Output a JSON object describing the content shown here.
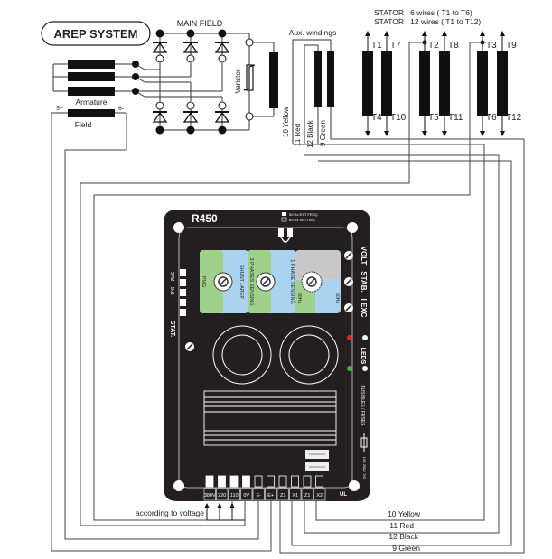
{
  "title": "AREP SYSTEM",
  "labels": {
    "main_field": "MAIN FIELD",
    "varistor": "Varistor",
    "armature": "Armature",
    "field": "Field",
    "field_plus": "5+",
    "field_minus": "6-",
    "aux_windings": "Aux. windings",
    "stator_6": "STATOR : 6 wires ( T1 to T6)",
    "stator_12": "STATOR : 12 wires ( T1 to T12)",
    "according_to_voltage": "according to voltage"
  },
  "stator_terminals": {
    "top": [
      "T1",
      "T7",
      "T2",
      "T8",
      "T3",
      "T9"
    ],
    "bottom": [
      "T4",
      "T10",
      "T5",
      "T11",
      "T6",
      "T12"
    ]
  },
  "aux_wires_vertical": [
    "10  Yellow",
    "11  Red",
    "12  Black",
    "9  Green"
  ],
  "aux_wires_bottom": [
    "10  Yellow",
    "11  Red",
    "12  Black",
    "9  Green"
  ],
  "regulator": {
    "model": "R450",
    "freq_50": "50 Hz  EXT FREQ",
    "freq_60": "60 Hz  SETTING",
    "side_labels": [
      "VOLT",
      "STAB.",
      "I EXC"
    ],
    "leds_label": "LEDS",
    "fuses_label": "FUSIBLES / FUSES",
    "fuse_rating": "10A 250V T/C",
    "stat_label": "STAT.",
    "left_labels": [
      "SPM",
      "1kΩ",
      "PMG"
    ],
    "dial_labels": [
      "PMG",
      "SHUNT / AREP",
      "3 PHASES SENSING",
      "1 PHASE SENSING",
      "60Hz",
      "50Hz"
    ],
    "terminals": [
      "380V",
      "220",
      "110",
      "0V",
      "E-",
      "E+",
      "Z2",
      "X1",
      "Z1",
      "X2"
    ],
    "ul_mark": "UL"
  },
  "colors": {
    "board": "#231f20",
    "green_zone": "#9fd18b",
    "blue_zone": "#a9d3ef",
    "gray_zone": "#c8c8c8",
    "led_red": "#e3262a",
    "led_green": "#3fae49",
    "wire": "#555555"
  }
}
